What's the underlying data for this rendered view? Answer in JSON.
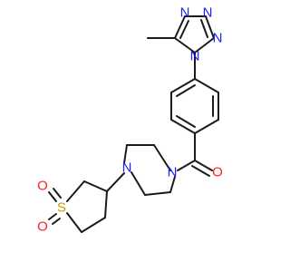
{
  "molecule": {
    "atom_labels": {
      "n_tz1": "N",
      "n_tz2": "N",
      "n_tz3": "N",
      "n_tz4": "N",
      "n_pip1": "N",
      "n_pip4": "N",
      "o_carbonyl": "O",
      "s_sulfone": "S",
      "o_s1": "O",
      "o_s2": "O"
    },
    "colors": {
      "bond": "#1a1a1a",
      "nitrogen": "#2020ff",
      "oxygen": "#ff2020",
      "sulfur": "#c8a000"
    }
  }
}
